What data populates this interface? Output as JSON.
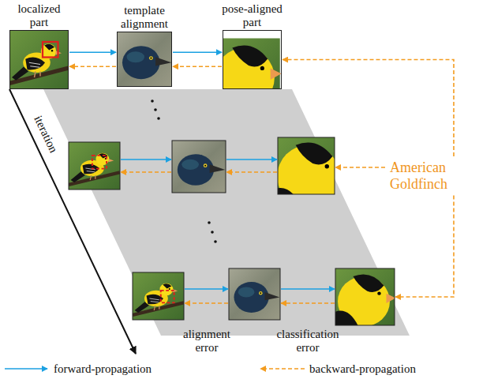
{
  "diagram": {
    "nodes": [
      {
        "text": [
          "localized part"
        ]
      },
      {
        "text": [
          "template alignment"
        ]
      },
      {
        "text": [
          "pose-aligned part"
        ]
      },
      {
        "text": [
          "American Goldfinch"
        ]
      }
    ],
    "edges": [
      {
        "from": 0,
        "to": 1,
        "arrow": "to"
      },
      {
        "from": 1,
        "to": 0,
        "arrow": "to"
      },
      {
        "from": 1,
        "to": 2,
        "arrow": "to"
      },
      {
        "from": 2,
        "to": 1,
        "arrow": "to"
      },
      {
        "from": 3,
        "to": 2,
        "arrow": "to"
      }
    ],
    "labels": [
      "iteration",
      "alignment error",
      "classification error"
    ],
    "legend": [
      {
        "text": "forward-propagation"
      },
      {
        "text": "backward-propagation"
      }
    ]
  }
}
